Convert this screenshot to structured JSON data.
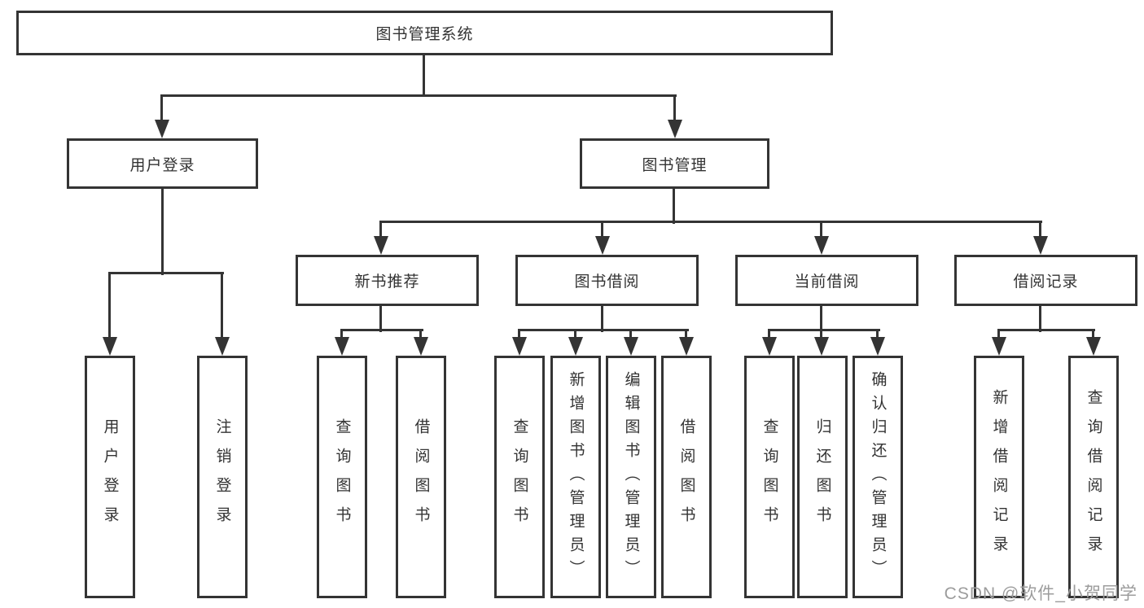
{
  "title": "图书管理系统",
  "watermark": "CSDN @软件_小贺同学",
  "colors": {
    "line": "#343434",
    "box_border": "#343434",
    "text": "#333333",
    "watermark": "#9c9c9c",
    "background": "#ffffff"
  },
  "tree": {
    "label": "图书管理系统",
    "children": [
      {
        "label": "用户登录",
        "children": [
          {
            "label": "用户登录"
          },
          {
            "label": "注销登录"
          }
        ]
      },
      {
        "label": "图书管理",
        "children": [
          {
            "label": "新书推荐",
            "children": [
              {
                "label": "查询图书"
              },
              {
                "label": "借阅图书"
              }
            ]
          },
          {
            "label": "图书借阅",
            "children": [
              {
                "label": "查询图书"
              },
              {
                "label": "新增图书（管理员）"
              },
              {
                "label": "编辑图书（管理员）"
              },
              {
                "label": "借阅图书"
              }
            ]
          },
          {
            "label": "当前借阅",
            "children": [
              {
                "label": "查询图书"
              },
              {
                "label": "归还图书"
              },
              {
                "label": "确认归还（管理员）"
              }
            ]
          },
          {
            "label": "借阅记录",
            "children": [
              {
                "label": "新增借阅记录"
              },
              {
                "label": "查询借阅记录"
              }
            ]
          }
        ]
      }
    ]
  }
}
